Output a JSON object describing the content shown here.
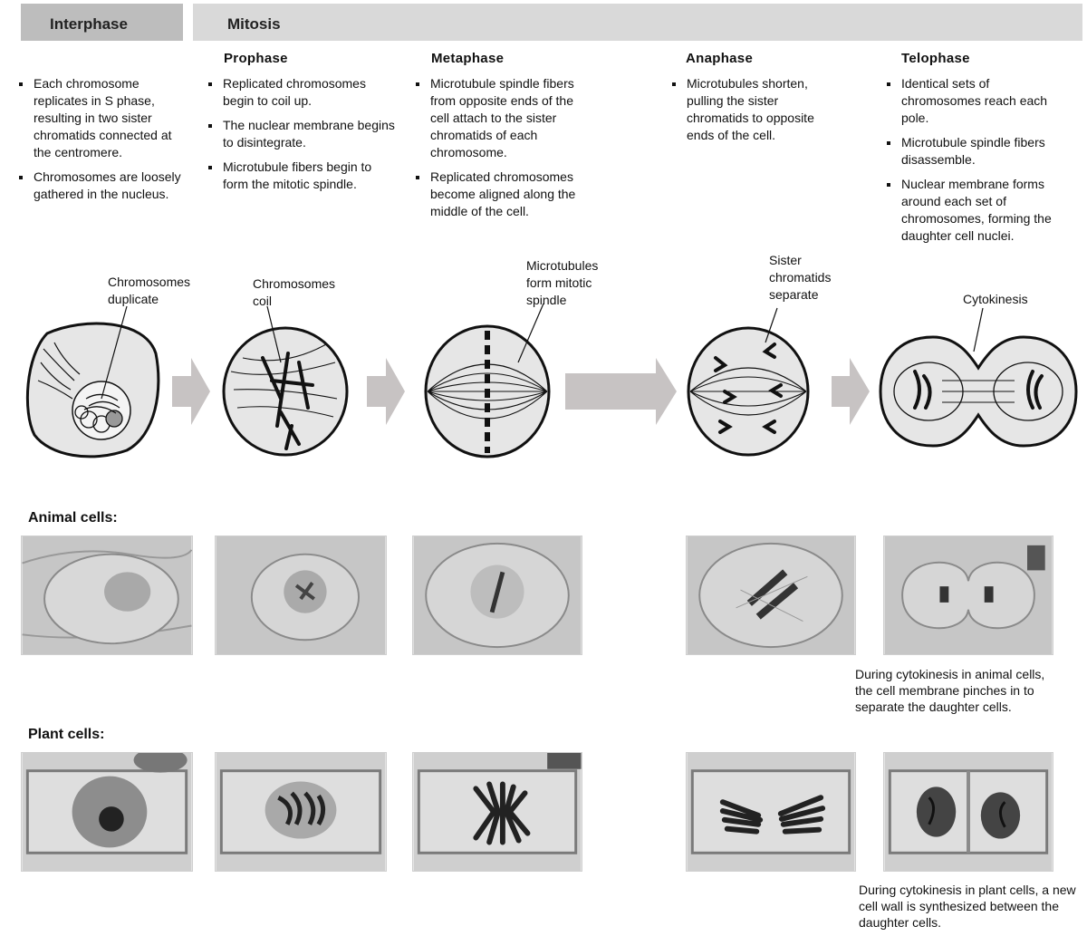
{
  "header": {
    "interphase_label": "Interphase",
    "mitosis_label": "Mitosis"
  },
  "phases": [
    {
      "title": "",
      "bullets": [
        "Each chromosome replicates in S phase, resulting in two sister chromatids connected at the centromere.",
        "Chromosomes are loosely gathered in the nucleus."
      ]
    },
    {
      "title": "Prophase",
      "bullets": [
        "Replicated chromosomes begin to coil up.",
        "The nuclear membrane begins to disintegrate.",
        "Microtubule fibers begin to form the mitotic spindle."
      ]
    },
    {
      "title": "Metaphase",
      "bullets": [
        "Microtubule spindle fibers from opposite ends of the cell attach to the sister chromatids of each chromosome.",
        "Replicated chromosomes become aligned along the middle of the cell."
      ]
    },
    {
      "title": "Anaphase",
      "bullets": [
        "Microtubules shorten, pulling the sister chromatids to opposite ends of the cell."
      ]
    },
    {
      "title": "Telophase",
      "bullets": [
        "Identical sets of chromosomes reach each pole.",
        "Microtubule spindle fibers disassemble.",
        "Nuclear membrane forms around each set of chromosomes, forming the daughter cell nuclei."
      ]
    }
  ],
  "callouts": {
    "duplicate": "Chromosomes duplicate",
    "coil": "Chromosomes coil",
    "spindle": "Microtubules form mitotic spindle",
    "separate": "Sister chromatids separate",
    "cytokinesis": "Cytokinesis"
  },
  "rows": {
    "animal_label": "Animal cells:",
    "plant_label": "Plant cells:",
    "animal_caption": "During cytokinesis in animal cells, the cell membrane pinches in to separate the daughter cells.",
    "plant_caption": "During cytokinesis in plant cells, a new cell wall is synthesized between the daughter cells."
  }
}
